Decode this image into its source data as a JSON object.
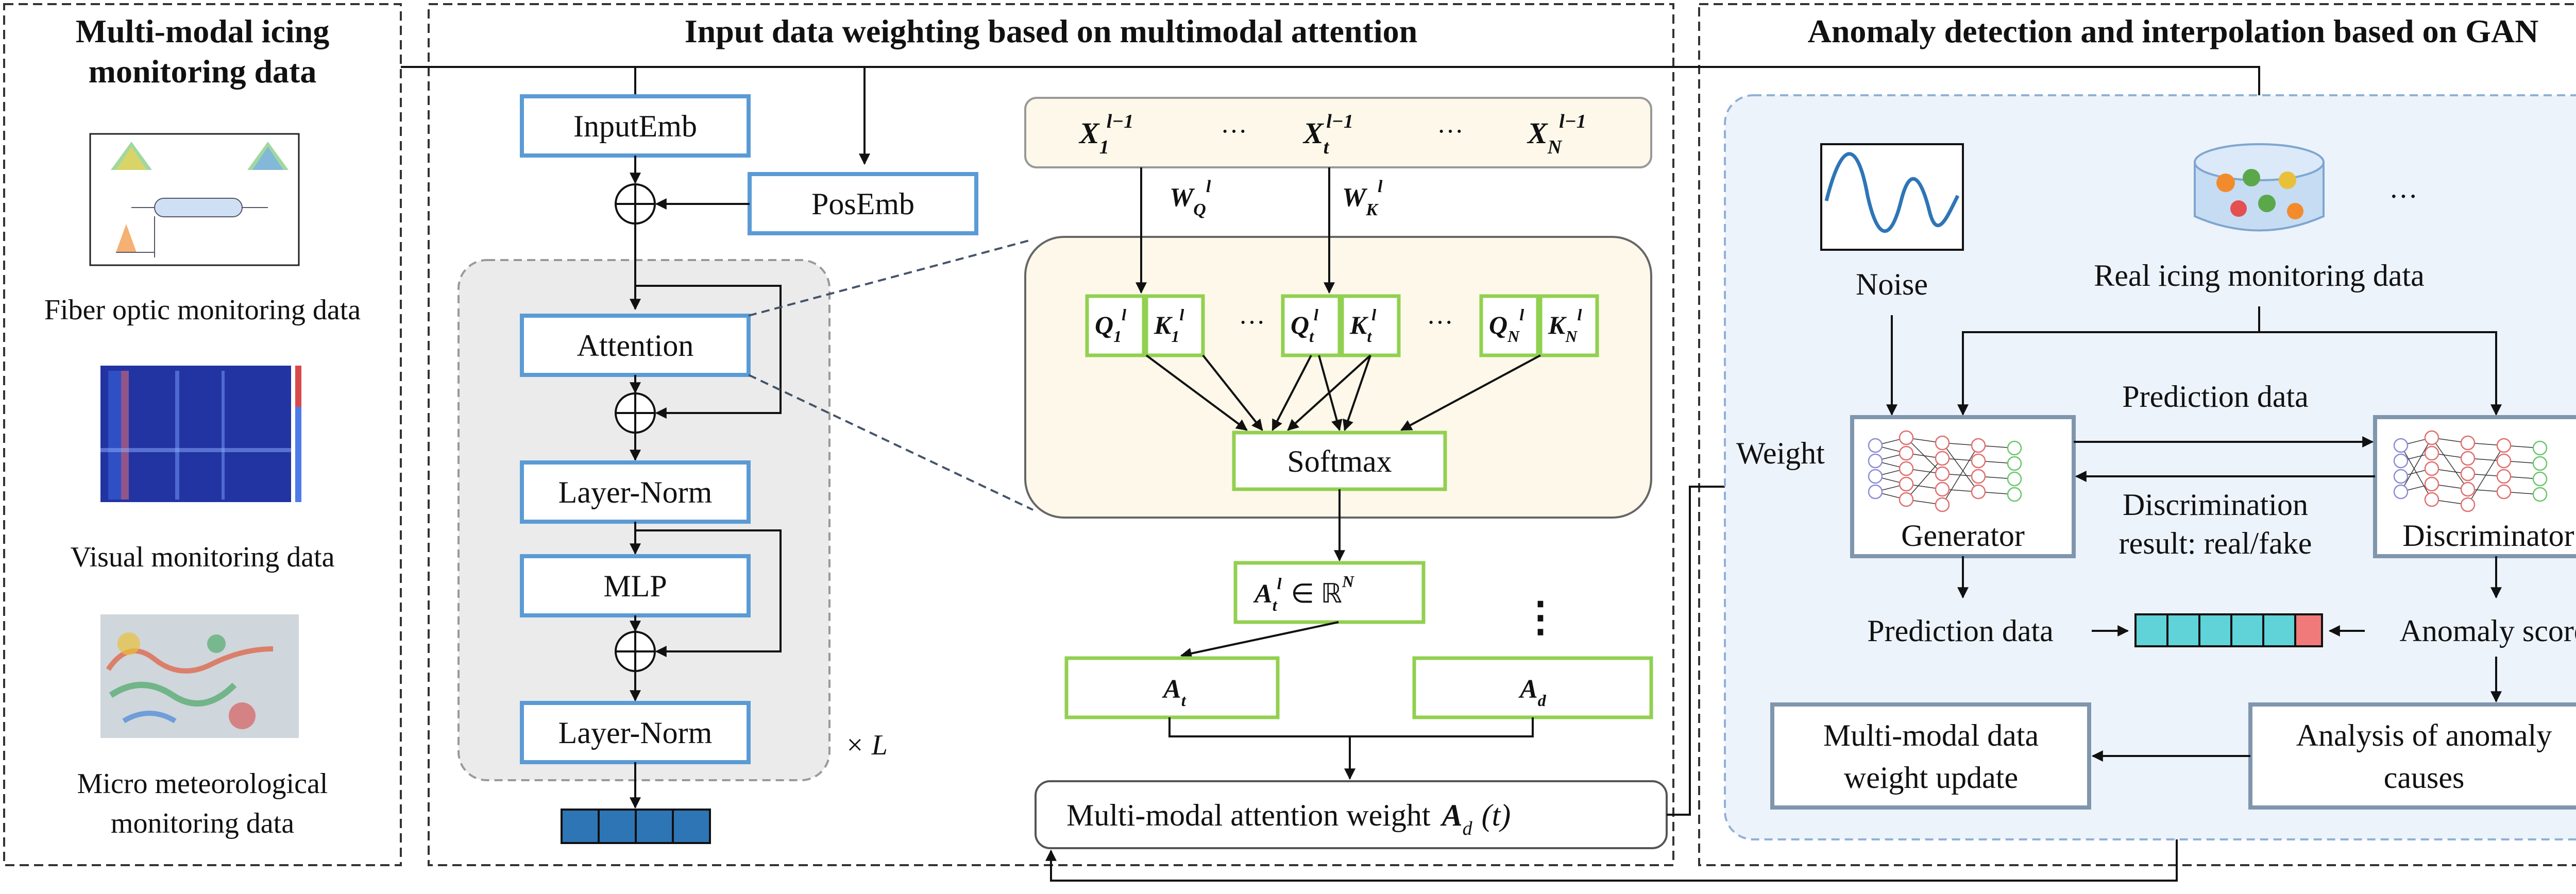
{
  "panels": {
    "left_title_line1": "Multi-modal icing",
    "left_title_line2": "monitoring data",
    "middle_title": "Input data weighting based on multimodal attention",
    "right_title": "Anomaly detection and interpolation based on GAN"
  },
  "left": {
    "fiber_label": "Fiber optic monitoring data",
    "visual_label": "Visual monitoring data",
    "micro_label_line1": "Micro meteorological",
    "micro_label_line2": "monitoring data"
  },
  "transformer": {
    "input_emb": "InputEmb",
    "pos_emb": "PosEmb",
    "attention": "Attention",
    "layer_norm_1": "Layer-Norm",
    "mlp": "MLP",
    "layer_norm_2": "Layer-Norm",
    "repeat": "× L"
  },
  "attention_detail": {
    "x_tokens": [
      {
        "base": "X",
        "sub": "1",
        "sup": "l−1"
      },
      {
        "base": "X",
        "sub": "t",
        "sup": "l−1"
      },
      {
        "base": "X",
        "sub": "N",
        "sup": "l−1"
      }
    ],
    "ellipsis": "···",
    "wq": {
      "base": "W",
      "sub": "Q",
      "sup": "l"
    },
    "wk": {
      "base": "W",
      "sub": "K",
      "sup": "l"
    },
    "qk_pairs": [
      {
        "q": {
          "base": "Q",
          "sub": "1",
          "sup": "l"
        },
        "k": {
          "base": "K",
          "sub": "1",
          "sup": "l"
        }
      },
      {
        "q": {
          "base": "Q",
          "sub": "t",
          "sup": "l"
        },
        "k": {
          "base": "K",
          "sub": "t",
          "sup": "l"
        }
      },
      {
        "q": {
          "base": "Q",
          "sub": "N",
          "sup": "l"
        },
        "k": {
          "base": "K",
          "sub": "N",
          "sup": "l"
        }
      }
    ],
    "softmax": "Softmax",
    "a_t_l": {
      "base": "A",
      "sub": "t",
      "sup": "l",
      "rest": "∈ ℝ",
      "rest_sup": "N"
    },
    "a_t": {
      "base": "A",
      "sub": "t"
    },
    "a_d": {
      "base": "A",
      "sub": "d"
    },
    "vdots": "⋮",
    "weight_label": "Multi-modal attention weight",
    "weight_symbol": {
      "base": "A",
      "sub": "d",
      "arg": "(t)"
    }
  },
  "gan": {
    "noise": "Noise",
    "real_data": "Real icing monitoring data",
    "ellipsis": "···",
    "prediction_top": "Prediction data",
    "weight": "Weight",
    "discrimination_line1": "Discrimination",
    "discrimination_line2": "result: real/fake",
    "generator": "Generator",
    "discriminator": "Discriminator",
    "prediction_bottom": "Prediction data",
    "anomaly_score": "Anomaly score",
    "analysis_line1": "Analysis of anomaly",
    "analysis_line2": "causes",
    "update_line1": "Multi-modal data",
    "update_line2": "weight update"
  },
  "colors": {
    "blue_box": "#5b9bd5",
    "green_box": "#92d050",
    "steel_box": "#7f96ad",
    "cream_panel": "#fdf8ea",
    "gray_panel": "#ebebeb",
    "light_blue_panel": "#edf3fb",
    "output_cell": "#2e75b6",
    "sequence_cell": "#5fd3d8",
    "anomaly_cell": "#f07a7a"
  }
}
